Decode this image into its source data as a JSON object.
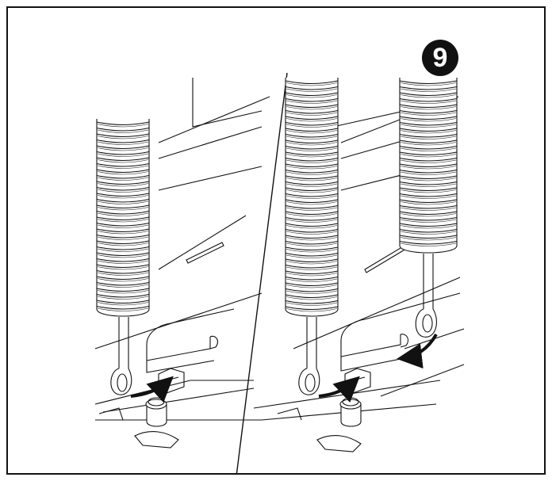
{
  "figure": {
    "step_number": "9",
    "panels": [
      "panel-before",
      "panel-after"
    ],
    "ink_color": "#111111",
    "fill_color": "#ffffff",
    "arrow_color": "#111111"
  }
}
